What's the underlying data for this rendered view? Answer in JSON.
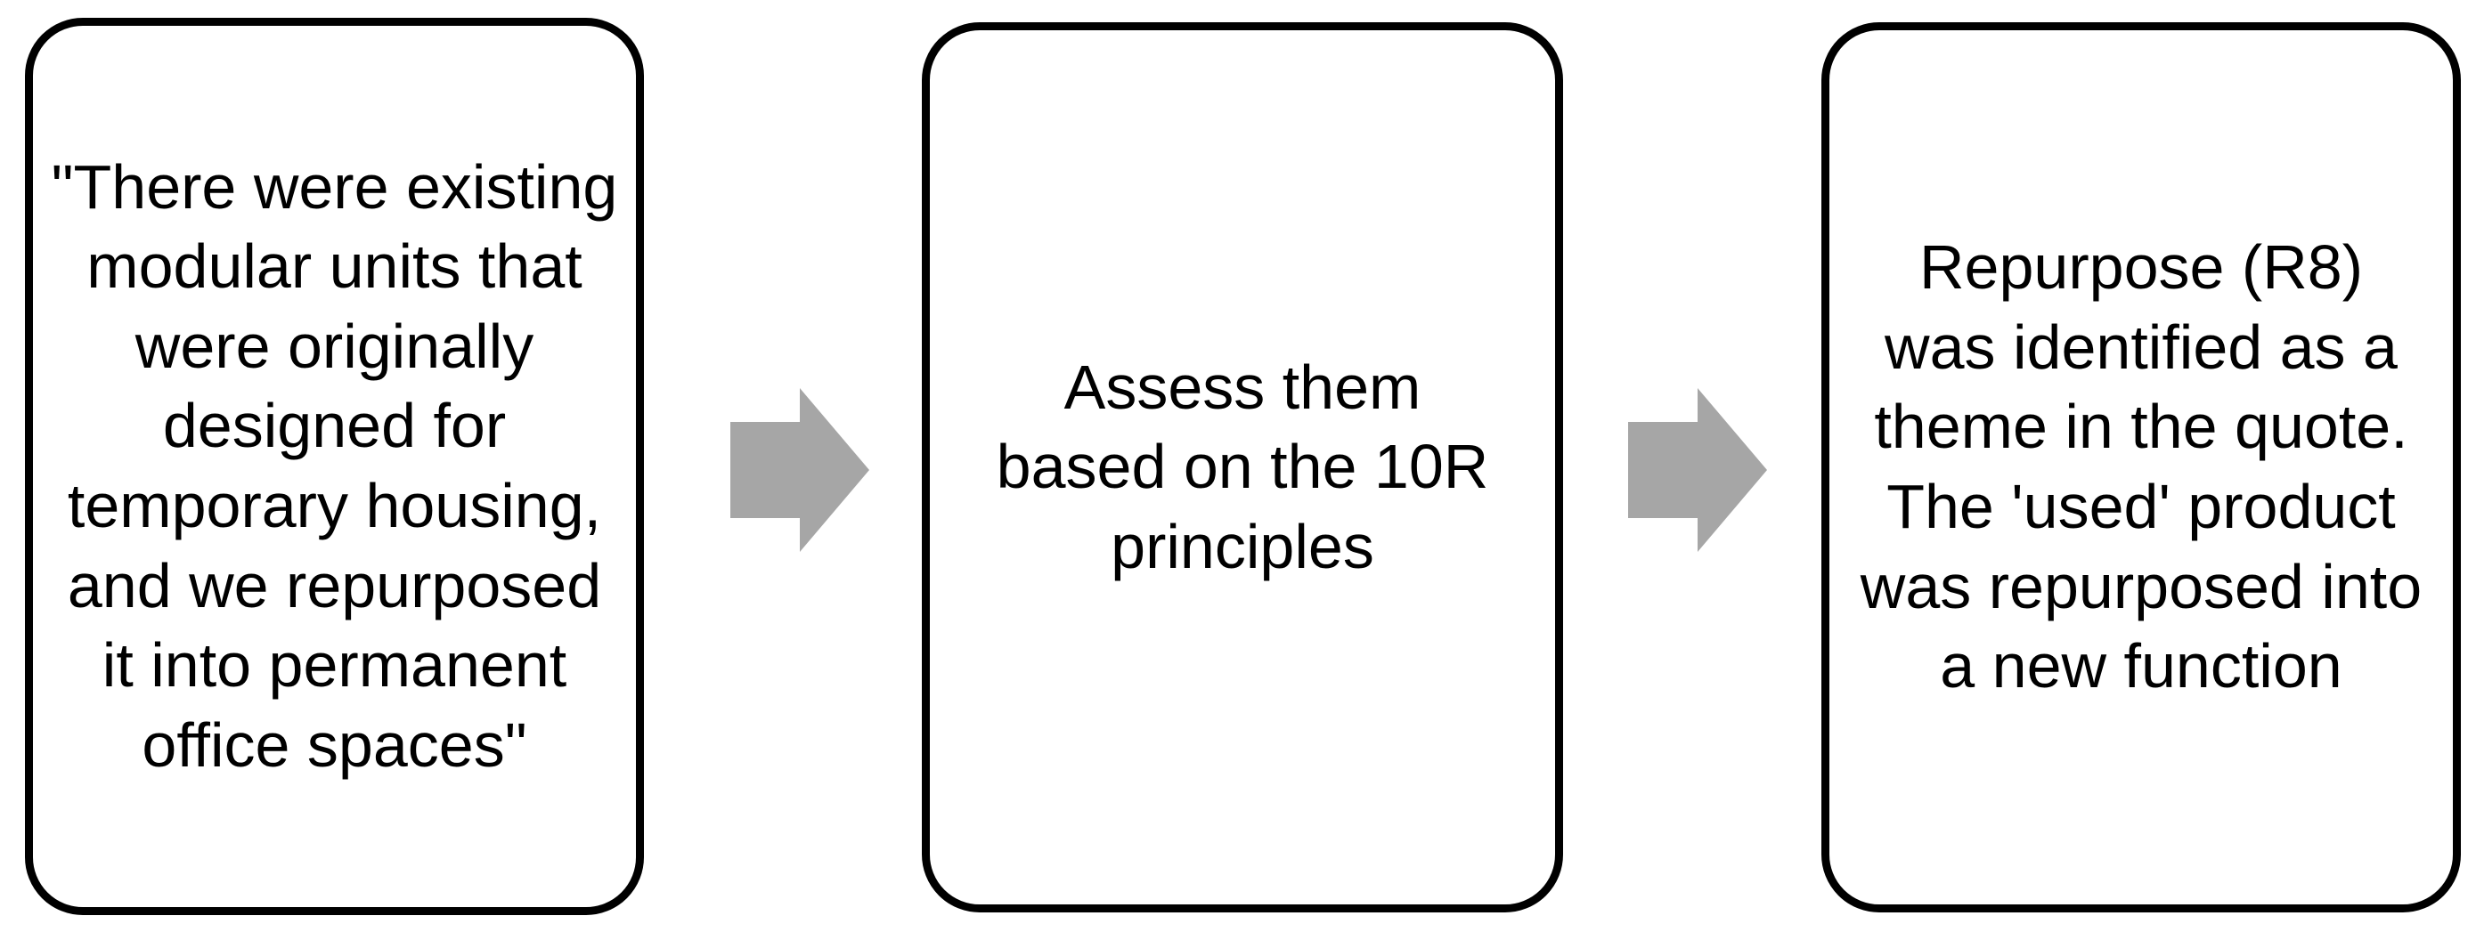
{
  "figure": {
    "background": "#ffffff",
    "box_border_color": "#000000",
    "text_color": "#000000",
    "arrow_color": "#a6a6a6",
    "steps": [
      {
        "text": "\"There were existing modular units that were originally designed for temporary housing, and we repurposed it into permanent office spaces\""
      },
      {
        "text": "Assess them based on the 10R principles"
      },
      {
        "text": "Repurpose (R8) was identified as a theme in the quote. The 'used' product was repurposed into a new function"
      }
    ],
    "arrows": [
      "right-arrow",
      "right-arrow"
    ]
  }
}
